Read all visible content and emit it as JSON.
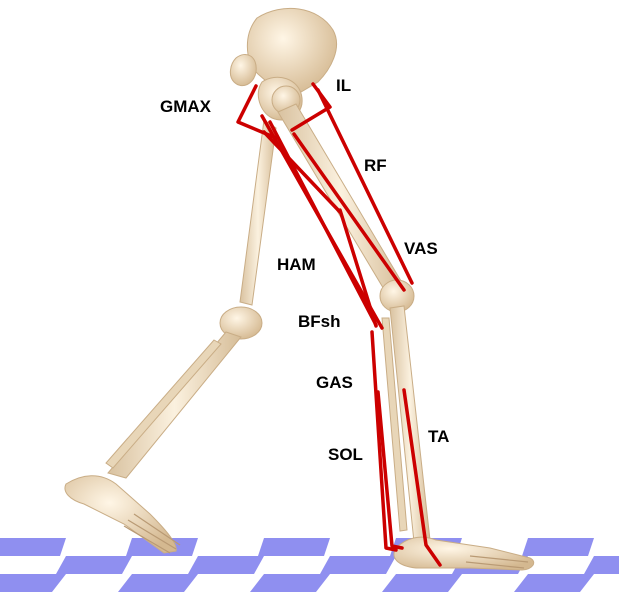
{
  "colors": {
    "muscle": "#cc0000",
    "bone": "#f1e3cc",
    "floor_tile": "#8f8ff0",
    "label": "#000000"
  },
  "labels": {
    "il": "IL",
    "gmax": "GMAX",
    "rf": "RF",
    "vas": "VAS",
    "ham": "HAM",
    "bfsh": "BFsh",
    "gas": "GAS",
    "ta": "TA",
    "sol": "SOL"
  }
}
